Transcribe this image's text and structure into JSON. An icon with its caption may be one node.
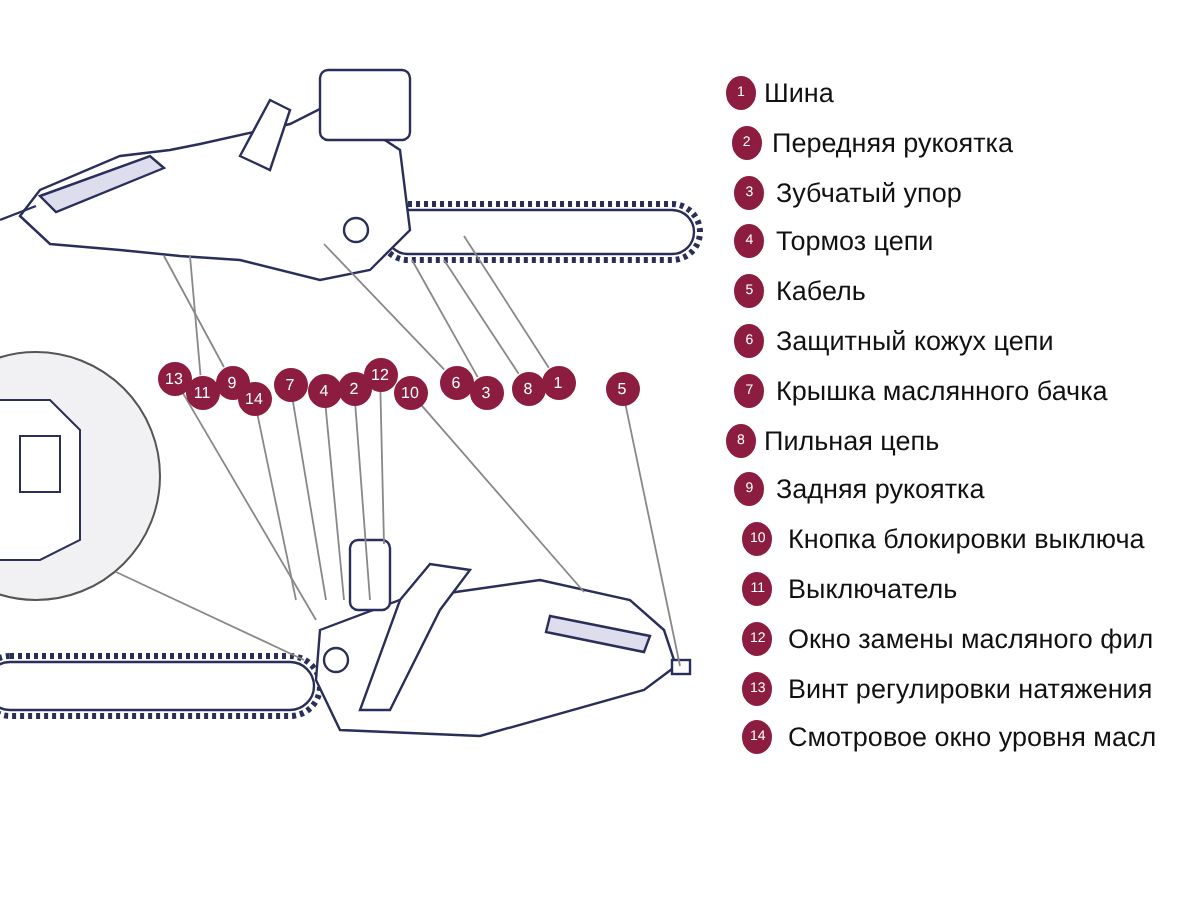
{
  "diagram": {
    "nodes": [
      {
        "text": [
          "13"
        ]
      },
      {
        "text": [
          "11"
        ]
      },
      {
        "text": [
          "9"
        ]
      },
      {
        "text": [
          "14"
        ]
      },
      {
        "text": [
          "7"
        ]
      },
      {
        "text": [
          "4"
        ]
      },
      {
        "text": [
          "2"
        ]
      },
      {
        "text": [
          "12"
        ]
      },
      {
        "text": [
          "10"
        ]
      },
      {
        "text": [
          "6"
        ]
      },
      {
        "text": [
          "3"
        ]
      },
      {
        "text": [
          "8"
        ]
      },
      {
        "text": [
          "1"
        ]
      },
      {
        "text": [
          "5"
        ]
      },
      {
        "text": [],
        "shape": "picture"
      }
    ],
    "edges": [
      {
        "from": 0,
        "to": null,
        "arrow": "none"
      },
      {
        "from": 1,
        "to": null,
        "arrow": "none"
      },
      {
        "from": 2,
        "to": null,
        "arrow": "none"
      },
      {
        "from": 3,
        "to": null,
        "arrow": "none"
      },
      {
        "from": 4,
        "to": null,
        "arrow": "none"
      },
      {
        "from": 5,
        "to": null,
        "arrow": "none"
      },
      {
        "from": 6,
        "to": null,
        "arrow": "none"
      },
      {
        "from": 7,
        "to": null,
        "arrow": "none"
      },
      {
        "from": 8,
        "to": null,
        "arrow": "none"
      },
      {
        "from": 9,
        "to": null,
        "arrow": "none"
      },
      {
        "from": 10,
        "to": null,
        "arrow": "none"
      },
      {
        "from": 11,
        "to": null,
        "arrow": "none"
      },
      {
        "from": 12,
        "to": null,
        "arrow": "none"
      },
      {
        "from": 13,
        "to": null,
        "arrow": "none"
      },
      {
        "from": 14,
        "to": null,
        "arrow": "none"
      }
    ],
    "labels": [
      "1",
      "Шина",
      "2",
      "Передняя рукоятка",
      "3",
      "Зубчатый упор",
      "4",
      "Тормоз цепи",
      "5",
      "Кабель",
      "6",
      "Защитный кожух цепи",
      "7",
      "Крышка маслянного бачка",
      "8",
      "Пильная цепь",
      "9",
      "Задняя рукоятка",
      "10",
      "Кнопка блокировки выключа",
      "11",
      "Выключатель",
      "12",
      "Окно замены масляного фил",
      "13",
      "Винт регулировки натяжения",
      "14",
      "Смотровое окно уровня масл"
    ]
  }
}
